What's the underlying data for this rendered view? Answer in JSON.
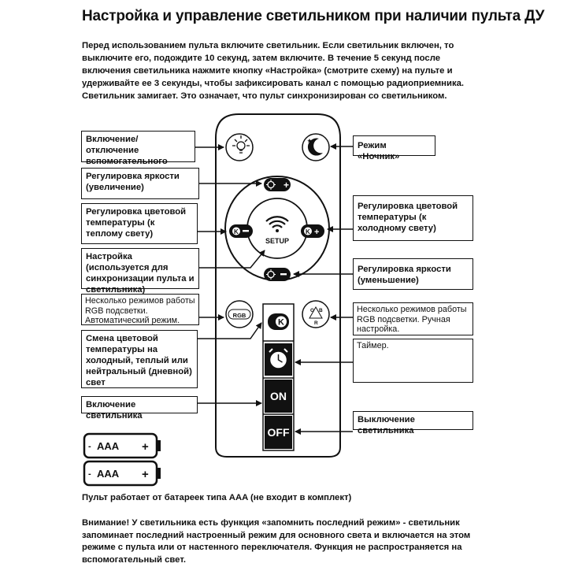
{
  "title": "Настройка и управление светильником при наличии пульта ДУ",
  "intro": "Перед использованием пульта включите светильник. Если светильник включен, то выключите его, подождите 10 секунд, затем включите. В течение 5 секунд после включения светильника нажмите кнопку «Настройка» (смотрите схему) на пульте и удерживайте ее 3 секунды, чтобы зафиксировать канал с помощью радиоприемника. Светильник замигает. Это означает, что пульт синхронизирован со светильником.",
  "left_labels": {
    "aux_light": "Включение/отключение вспомогательного света",
    "brightness_up": "Регулировка яркости (увеличение)",
    "warm": "Регулировка цветовой температуры (к теплому свету)",
    "setup": "Настройка (используется для синхронизации пульта и светильника)",
    "rgb_modes": "Несколько режимов работы RGB подсветки. Автоматический режим.",
    "color_temp": "Смена цветовой температуры на холодный, теплый или нейтральный (дневной) свет",
    "on": "Включение светильника"
  },
  "right_labels": {
    "night": "Режим «Ночник»",
    "cold": "Регулировка цветовой температуры (к холодному свету)",
    "brightness_down": "Регулировка яркости (уменьшение)",
    "rgb_manual": "Несколько режимов работы RGB подсветки. Ручная настройка.",
    "timer": "Таймер.",
    "off": "Выключение светильника"
  },
  "remote": {
    "setup_label": "SETUP",
    "on_label": "ON",
    "off_label": "OFF",
    "rgb_label": "RGB",
    "k_label": "K",
    "rgb_letters": [
      "G",
      "B",
      "R"
    ]
  },
  "batteries": [
    {
      "label": "AAA",
      "plus": "+",
      "minus": "-"
    },
    {
      "label": "AAA",
      "plus": "+",
      "minus": "-"
    }
  ],
  "battery_note": "Пульт работает от батареек типа AAA (не входит в комплект)",
  "warning": "Внимание! У светильника есть функция «запомнить последний режим» - светильник запоминает последний настроенный режим для основного света и включается на этом режиме с пульта или от настенного переключателя. Функция не распространяется на вспомогательный свет."
}
